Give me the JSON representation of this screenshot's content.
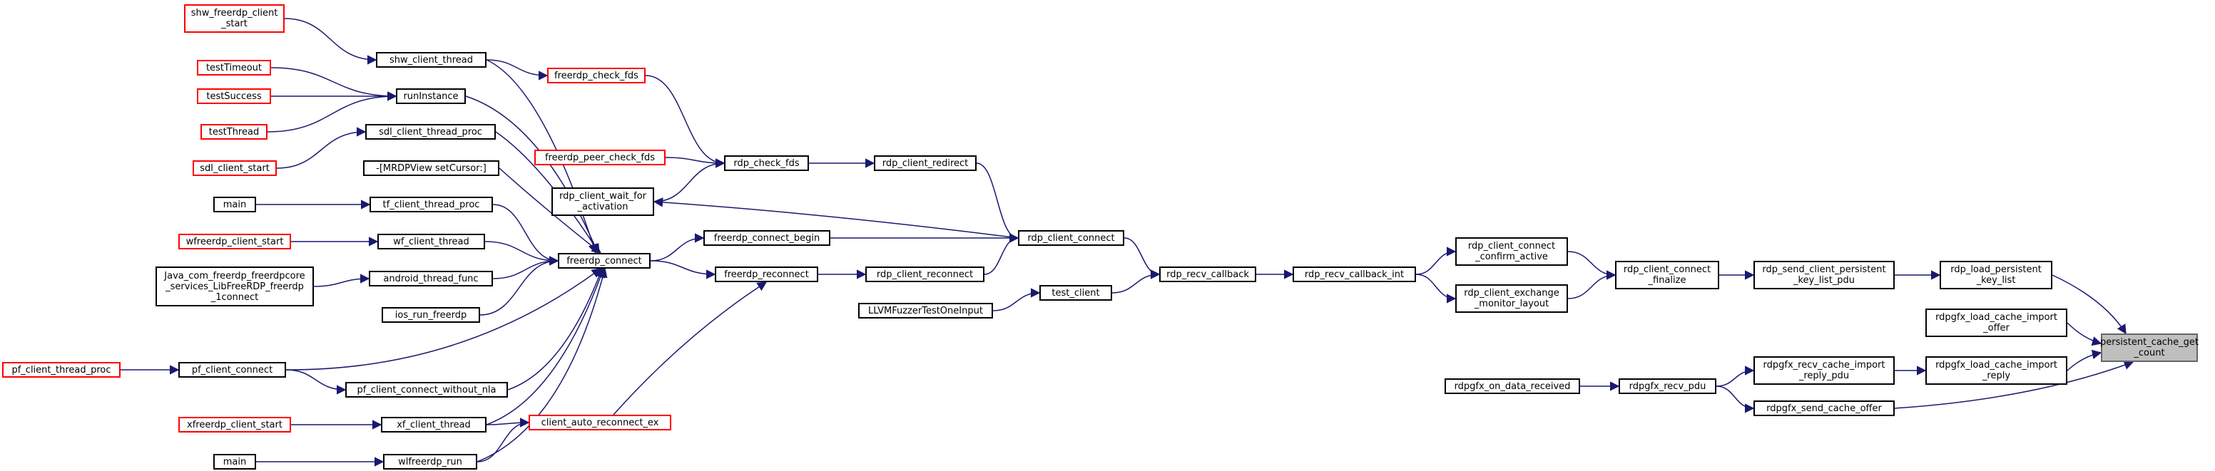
{
  "graph": {
    "type": "caller-graph",
    "focus_node": "persistent_cache_get_count",
    "edge_color": "#191970",
    "truncated_border_color": "#ff0000",
    "nodes": [
      {
        "id": "persistent_cache_get_count",
        "label": "persistent_cache_get\n_count",
        "truncated": false,
        "focus": true
      },
      {
        "id": "rdp_load_persistent_key_list",
        "label": "rdp_load_persistent\n_key_list",
        "truncated": false
      },
      {
        "id": "rdpgfx_load_cache_import_offer",
        "label": "rdpgfx_load_cache_import\n_offer",
        "truncated": false
      },
      {
        "id": "rdpgfx_load_cache_import_reply",
        "label": "rdpgfx_load_cache_import\n_reply",
        "truncated": false
      },
      {
        "id": "rdp_send_client_persistent_key_list_pdu",
        "label": "rdp_send_client_persistent\n_key_list_pdu",
        "truncated": false
      },
      {
        "id": "rdpgfx_recv_cache_import_reply_pdu",
        "label": "rdpgfx_recv_cache_import\n_reply_pdu",
        "truncated": false
      },
      {
        "id": "rdpgfx_send_cache_offer",
        "label": "rdpgfx_send_cache_offer",
        "truncated": false
      },
      {
        "id": "rdp_client_connect_finalize",
        "label": "rdp_client_connect\n_finalize",
        "truncated": false
      },
      {
        "id": "rdpgfx_recv_pdu",
        "label": "rdpgfx_recv_pdu",
        "truncated": false
      },
      {
        "id": "rdp_client_connect_confirm_active",
        "label": "rdp_client_connect\n_confirm_active",
        "truncated": false
      },
      {
        "id": "rdp_client_exchange_monitor_layout",
        "label": "rdp_client_exchange\n_monitor_layout",
        "truncated": false
      },
      {
        "id": "rdpgfx_on_data_received",
        "label": "rdpgfx_on_data_received",
        "truncated": false
      },
      {
        "id": "rdp_recv_callback_int",
        "label": "rdp_recv_callback_int",
        "truncated": false
      },
      {
        "id": "rdp_recv_callback",
        "label": "rdp_recv_callback",
        "truncated": false
      },
      {
        "id": "rdp_client_connect",
        "label": "rdp_client_connect",
        "truncated": false
      },
      {
        "id": "test_client",
        "label": "test_client",
        "truncated": false
      },
      {
        "id": "rdp_client_redirect",
        "label": "rdp_client_redirect",
        "truncated": false
      },
      {
        "id": "rdp_client_reconnect",
        "label": "rdp_client_reconnect",
        "truncated": false
      },
      {
        "id": "LLVMFuzzerTestOneInput",
        "label": "LLVMFuzzerTestOneInput",
        "truncated": false
      },
      {
        "id": "rdp_check_fds",
        "label": "rdp_check_fds",
        "truncated": false
      },
      {
        "id": "freerdp_connect_begin",
        "label": "freerdp_connect_begin",
        "truncated": false
      },
      {
        "id": "freerdp_reconnect",
        "label": "freerdp_reconnect",
        "truncated": false
      },
      {
        "id": "freerdp_check_fds",
        "label": "freerdp_check_fds",
        "truncated": true
      },
      {
        "id": "freerdp_peer_check_fds",
        "label": "freerdp_peer_check_fds",
        "truncated": true
      },
      {
        "id": "rdp_client_wait_for_activation",
        "label": "rdp_client_wait_for\n_activation",
        "truncated": false
      },
      {
        "id": "freerdp_connect",
        "label": "freerdp_connect",
        "truncated": false
      },
      {
        "id": "client_auto_reconnect_ex",
        "label": "client_auto_reconnect_ex",
        "truncated": true
      },
      {
        "id": "shw_client_thread",
        "label": "shw_client_thread",
        "truncated": false
      },
      {
        "id": "runInstance",
        "label": "runInstance",
        "truncated": false
      },
      {
        "id": "sdl_client_thread_proc",
        "label": "sdl_client_thread_proc",
        "truncated": false
      },
      {
        "id": "MRDPView_setCursor",
        "label": "-[MRDPView setCursor:]",
        "truncated": false
      },
      {
        "id": "tf_client_thread_proc",
        "label": "tf_client_thread_proc",
        "truncated": false
      },
      {
        "id": "wf_client_thread",
        "label": "wf_client_thread",
        "truncated": false
      },
      {
        "id": "android_thread_func",
        "label": "android_thread_func",
        "truncated": false
      },
      {
        "id": "ios_run_freerdp",
        "label": "ios_run_freerdp",
        "truncated": false
      },
      {
        "id": "pf_client_connect",
        "label": "pf_client_connect",
        "truncated": false
      },
      {
        "id": "pf_client_connect_without_nla",
        "label": "pf_client_connect_without_nla",
        "truncated": false
      },
      {
        "id": "xf_client_thread",
        "label": "xf_client_thread",
        "truncated": false
      },
      {
        "id": "wlfreerdp_run",
        "label": "wlfreerdp_run",
        "truncated": false
      },
      {
        "id": "shw_freerdp_client_start",
        "label": "shw_freerdp_client\n_start",
        "truncated": true
      },
      {
        "id": "testTimeout",
        "label": "testTimeout",
        "truncated": true
      },
      {
        "id": "testSuccess",
        "label": "testSuccess",
        "truncated": true
      },
      {
        "id": "testThread",
        "label": "testThread",
        "truncated": true
      },
      {
        "id": "sdl_client_start",
        "label": "sdl_client_start",
        "truncated": true
      },
      {
        "id": "main_tf",
        "label": "main",
        "truncated": false
      },
      {
        "id": "wfreerdp_client_start",
        "label": "wfreerdp_client_start",
        "truncated": true
      },
      {
        "id": "java_connect",
        "label": "Java_com_freerdp_freerdpcore\n_services_LibFreeRDP_freerdp\n_1connect",
        "truncated": false
      },
      {
        "id": "pf_client_thread_proc",
        "label": "pf_client_thread_proc",
        "truncated": true
      },
      {
        "id": "xfreerdp_client_start",
        "label": "xfreerdp_client_start",
        "truncated": true
      },
      {
        "id": "main_wl",
        "label": "main",
        "truncated": false
      }
    ],
    "edges": [
      {
        "from": "rdp_load_persistent_key_list",
        "to": "persistent_cache_get_count"
      },
      {
        "from": "rdpgfx_load_cache_import_offer",
        "to": "persistent_cache_get_count"
      },
      {
        "from": "rdpgfx_load_cache_import_reply",
        "to": "persistent_cache_get_count"
      },
      {
        "from": "rdp_send_client_persistent_key_list_pdu",
        "to": "rdp_load_persistent_key_list"
      },
      {
        "from": "rdpgfx_recv_cache_import_reply_pdu",
        "to": "rdpgfx_load_cache_import_reply"
      },
      {
        "from": "rdpgfx_send_cache_offer",
        "to": "persistent_cache_get_count"
      },
      {
        "from": "rdp_client_connect_finalize",
        "to": "rdp_send_client_persistent_key_list_pdu"
      },
      {
        "from": "rdpgfx_recv_pdu",
        "to": "rdpgfx_recv_cache_import_reply_pdu"
      },
      {
        "from": "rdpgfx_recv_pdu",
        "to": "rdpgfx_send_cache_offer"
      },
      {
        "from": "rdp_client_connect_confirm_active",
        "to": "rdp_client_connect_finalize"
      },
      {
        "from": "rdp_client_exchange_monitor_layout",
        "to": "rdp_client_connect_finalize"
      },
      {
        "from": "rdpgfx_on_data_received",
        "to": "rdpgfx_recv_pdu"
      },
      {
        "from": "rdp_recv_callback_int",
        "to": "rdp_client_connect_confirm_active"
      },
      {
        "from": "rdp_recv_callback_int",
        "to": "rdp_client_exchange_monitor_layout"
      },
      {
        "from": "rdp_recv_callback",
        "to": "rdp_recv_callback_int"
      },
      {
        "from": "rdp_client_connect",
        "to": "rdp_recv_callback"
      },
      {
        "from": "test_client",
        "to": "rdp_recv_callback"
      },
      {
        "from": "rdp_client_redirect",
        "to": "rdp_client_connect"
      },
      {
        "from": "rdp_client_reconnect",
        "to": "rdp_client_connect"
      },
      {
        "from": "LLVMFuzzerTestOneInput",
        "to": "test_client"
      },
      {
        "from": "rdp_check_fds",
        "to": "rdp_client_redirect"
      },
      {
        "from": "freerdp_connect_begin",
        "to": "rdp_client_connect"
      },
      {
        "from": "rdp_client_connect",
        "to": "rdp_client_wait_for_activation"
      },
      {
        "from": "freerdp_reconnect",
        "to": "rdp_client_reconnect"
      },
      {
        "from": "freerdp_check_fds",
        "to": "rdp_check_fds"
      },
      {
        "from": "freerdp_peer_check_fds",
        "to": "rdp_check_fds"
      },
      {
        "from": "rdp_client_wait_for_activation",
        "to": "rdp_check_fds"
      },
      {
        "from": "freerdp_connect",
        "to": "freerdp_connect_begin"
      },
      {
        "from": "freerdp_connect",
        "to": "freerdp_reconnect"
      },
      {
        "from": "client_auto_reconnect_ex",
        "to": "freerdp_reconnect"
      },
      {
        "from": "shw_client_thread",
        "to": "freerdp_check_fds"
      },
      {
        "from": "shw_client_thread",
        "to": "freerdp_connect"
      },
      {
        "from": "runInstance",
        "to": "freerdp_connect"
      },
      {
        "from": "sdl_client_thread_proc",
        "to": "freerdp_connect"
      },
      {
        "from": "MRDPView_setCursor",
        "to": "freerdp_connect"
      },
      {
        "from": "tf_client_thread_proc",
        "to": "freerdp_connect"
      },
      {
        "from": "wf_client_thread",
        "to": "freerdp_connect"
      },
      {
        "from": "android_thread_func",
        "to": "freerdp_connect"
      },
      {
        "from": "ios_run_freerdp",
        "to": "freerdp_connect"
      },
      {
        "from": "pf_client_connect",
        "to": "freerdp_connect"
      },
      {
        "from": "pf_client_connect_without_nla",
        "to": "freerdp_connect"
      },
      {
        "from": "xf_client_thread",
        "to": "freerdp_connect"
      },
      {
        "from": "wlfreerdp_run",
        "to": "freerdp_connect"
      },
      {
        "from": "xf_client_thread",
        "to": "client_auto_reconnect_ex"
      },
      {
        "from": "wlfreerdp_run",
        "to": "client_auto_reconnect_ex"
      },
      {
        "from": "pf_client_connect",
        "to": "pf_client_connect_without_nla"
      },
      {
        "from": "shw_freerdp_client_start",
        "to": "shw_client_thread"
      },
      {
        "from": "testTimeout",
        "to": "runInstance"
      },
      {
        "from": "testSuccess",
        "to": "runInstance"
      },
      {
        "from": "testThread",
        "to": "runInstance"
      },
      {
        "from": "sdl_client_start",
        "to": "sdl_client_thread_proc"
      },
      {
        "from": "main_tf",
        "to": "tf_client_thread_proc"
      },
      {
        "from": "wfreerdp_client_start",
        "to": "wf_client_thread"
      },
      {
        "from": "java_connect",
        "to": "android_thread_func"
      },
      {
        "from": "pf_client_thread_proc",
        "to": "pf_client_connect"
      },
      {
        "from": "xfreerdp_client_start",
        "to": "xf_client_thread"
      },
      {
        "from": "main_wl",
        "to": "wlfreerdp_run"
      }
    ]
  }
}
